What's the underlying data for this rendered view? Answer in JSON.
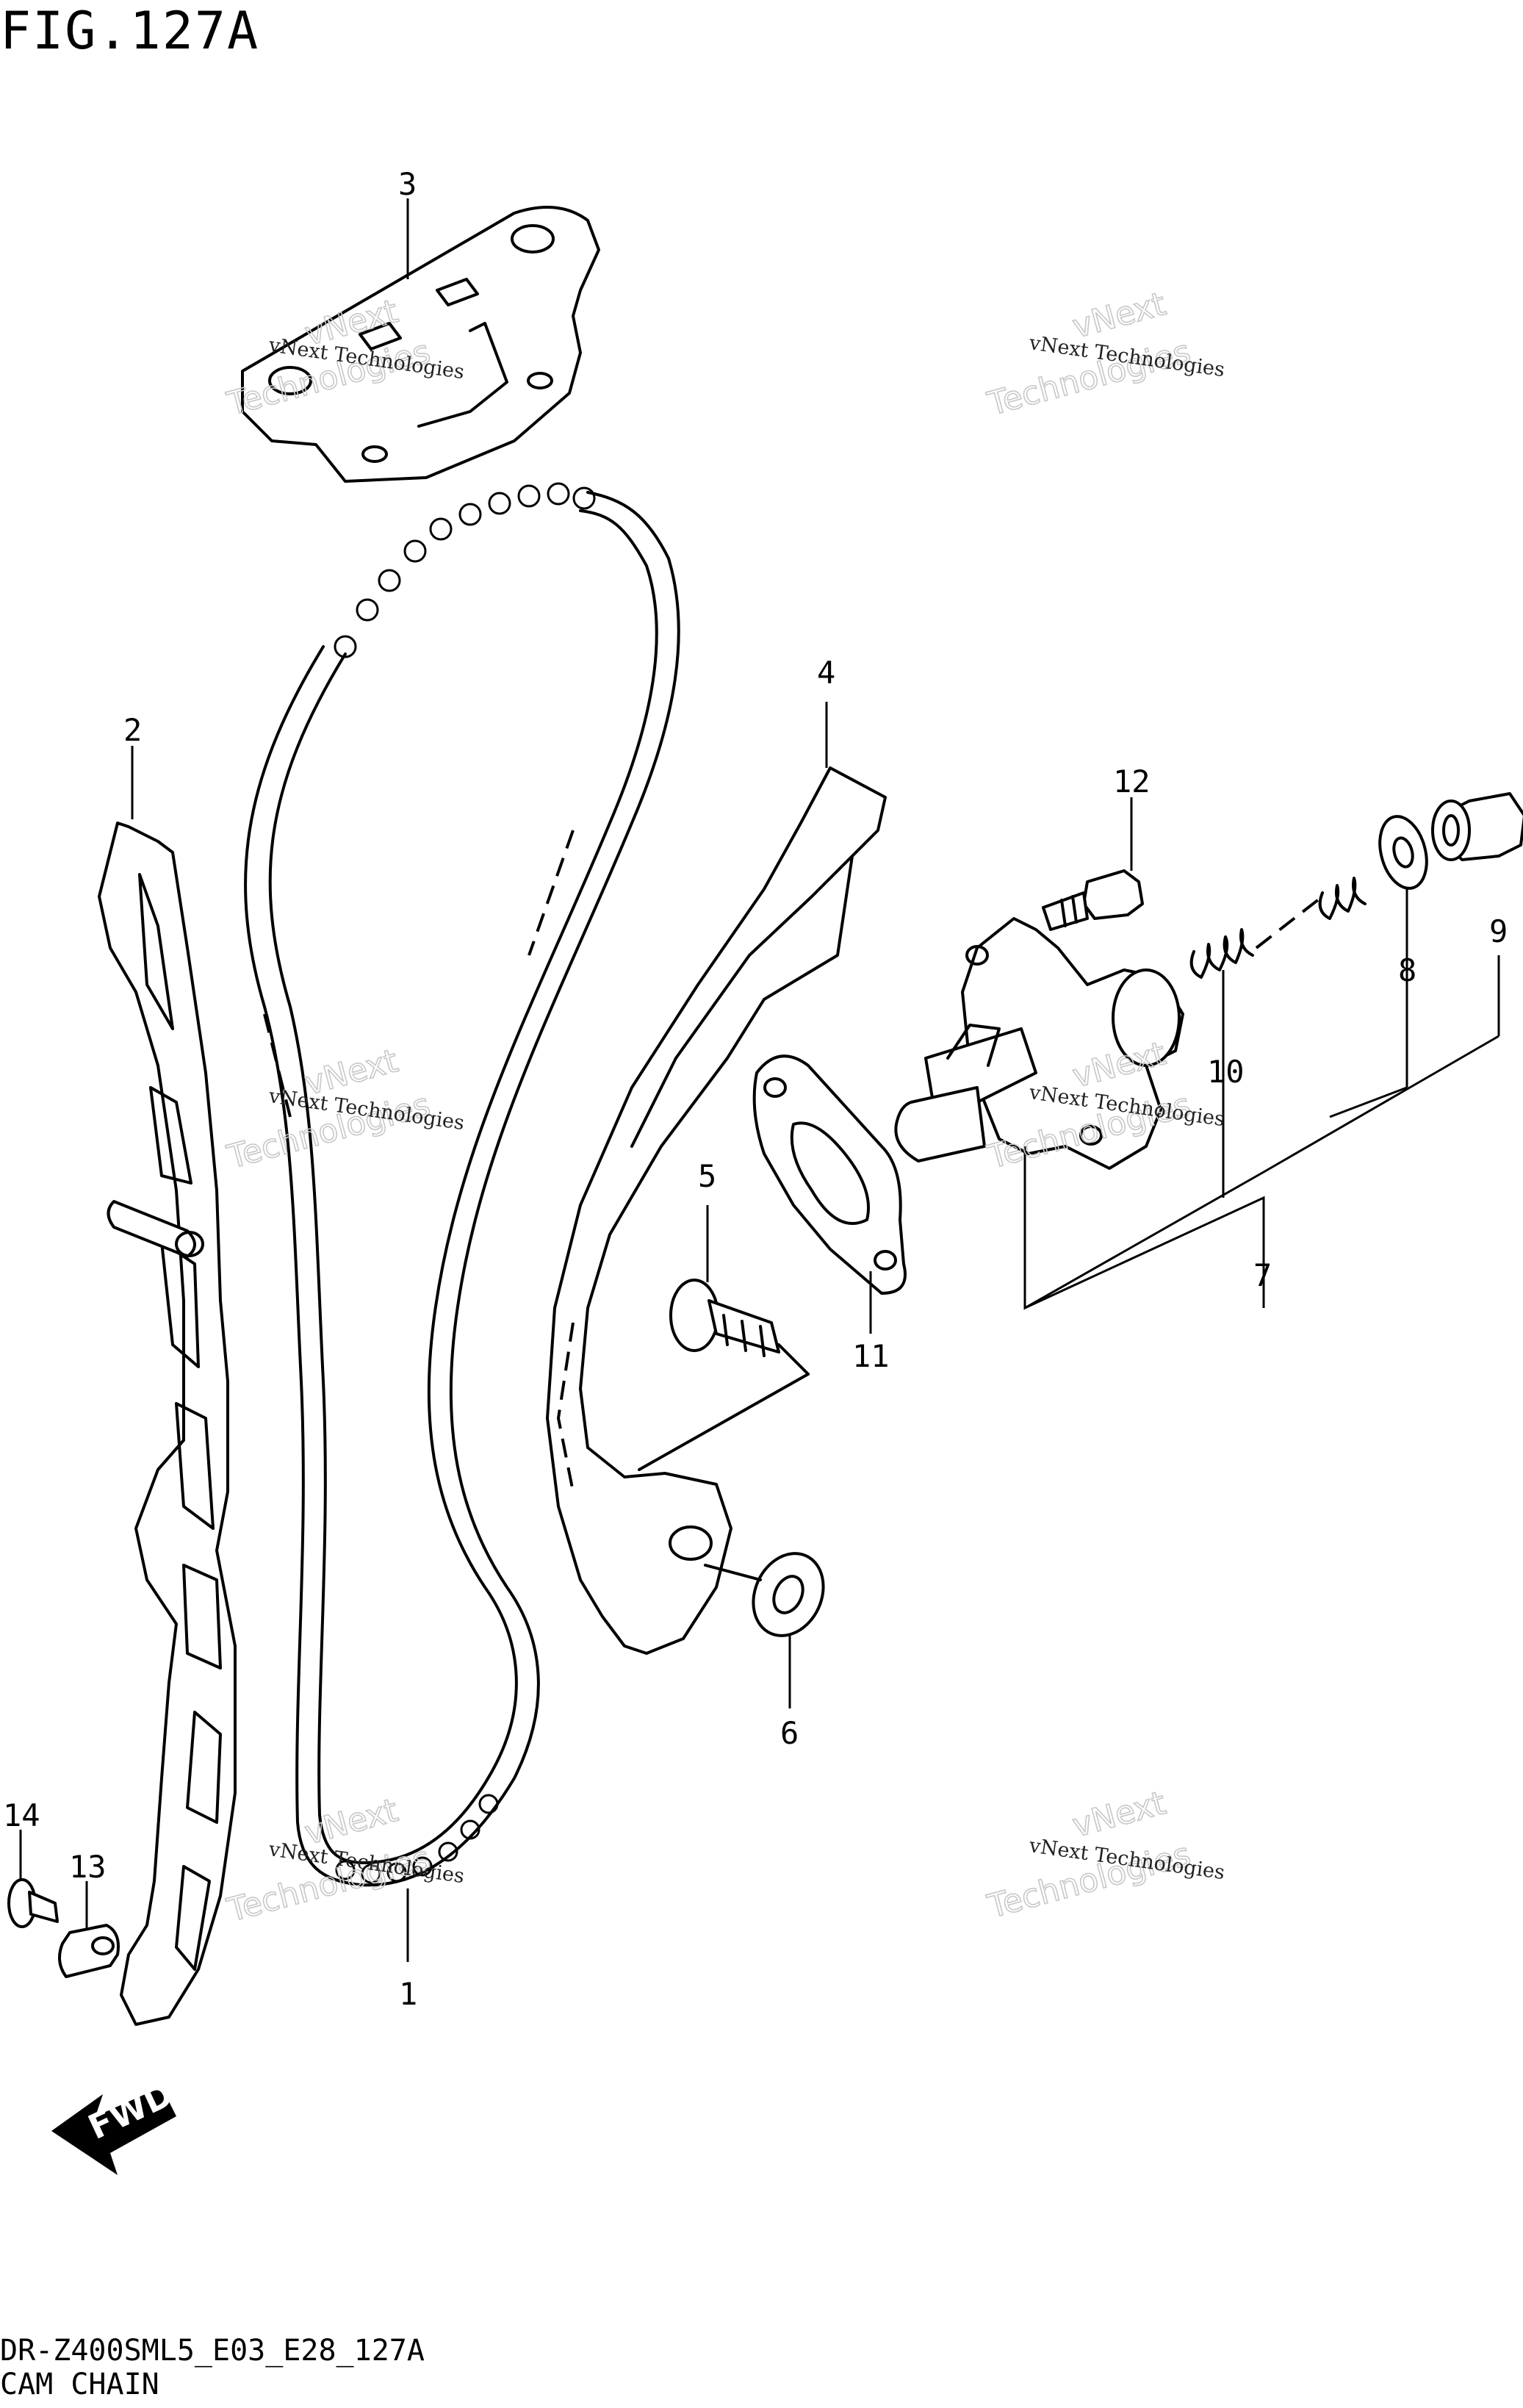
{
  "figure": {
    "title": "FIG.127A",
    "model_code": "DR-Z400SML5_E03_E28_127A",
    "section_name": "CAM CHAIN"
  },
  "watermark": {
    "line1": "vNext Technologies",
    "line2": "vNext",
    "line3": "Technologies"
  },
  "fwd_label": "FWD",
  "callouts": [
    {
      "id": "1"
    },
    {
      "id": "2"
    },
    {
      "id": "3"
    },
    {
      "id": "4"
    },
    {
      "id": "5"
    },
    {
      "id": "6"
    },
    {
      "id": "7"
    },
    {
      "id": "8"
    },
    {
      "id": "9"
    },
    {
      "id": "10"
    },
    {
      "id": "11"
    },
    {
      "id": "12"
    },
    {
      "id": "13"
    },
    {
      "id": "14"
    }
  ],
  "colors": {
    "line": "#000000",
    "background": "#ffffff",
    "watermark": "#c8c8c8"
  }
}
